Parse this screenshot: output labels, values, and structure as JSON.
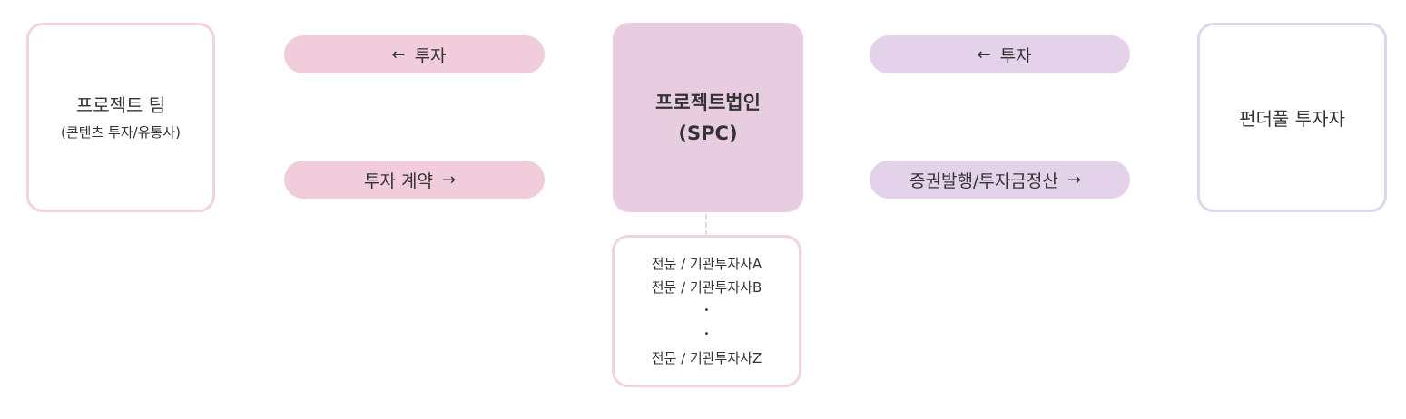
{
  "project_team": {
    "title": "프로젝트 팀",
    "subtitle": "(콘텐츠 투자/유통사)"
  },
  "left_pills": {
    "top": {
      "arrow": "←",
      "label": "투자"
    },
    "bottom": {
      "label": "투자 계약",
      "arrow": "→"
    }
  },
  "spc": {
    "line1": "프로젝트법인",
    "line2": "(SPC)"
  },
  "right_pills": {
    "top": {
      "arrow": "←",
      "label": "투자"
    },
    "bottom": {
      "label": "증권발행/투자금정산",
      "arrow": "→"
    }
  },
  "funder": {
    "title": "펀더풀 투자자"
  },
  "investors": {
    "lines": [
      "전문 / 기관투자사A",
      "전문 / 기관투자사B",
      "•",
      "•",
      "전문 / 기관투자사Z"
    ]
  },
  "colors": {
    "pink_pill": "#f1ccdb",
    "lavender_pill": "#e4d2ea",
    "spc_fill": "#e8cde1",
    "pink_border": "#f0d3df",
    "lavender_border": "#e1d4ee"
  }
}
